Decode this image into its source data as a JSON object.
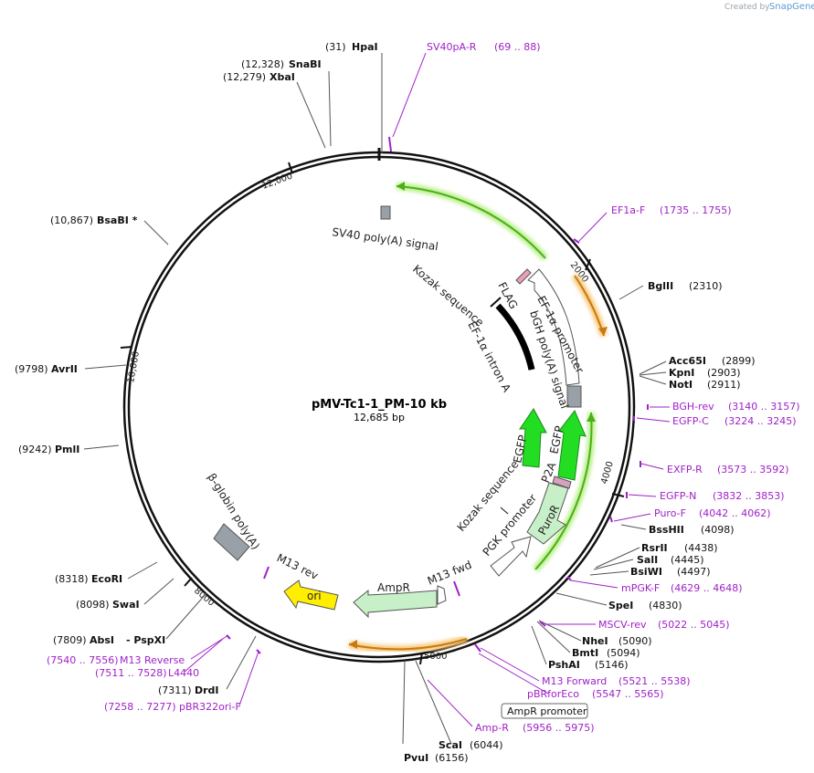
{
  "header": {
    "credit_prefix": "Created by",
    "credit_brand": "SnapGene"
  },
  "plasmid": {
    "name": "pMV-Tc1-1_PM-10 kb",
    "size": "12,685 bp"
  },
  "ticks": [
    "2000",
    "4000",
    "5000",
    "8000",
    "10,000",
    "12,000"
  ],
  "sites": [
    {
      "pos": "(31)",
      "name": "HpaI"
    },
    {
      "pos": "(12,328)",
      "name": "SnaBI"
    },
    {
      "pos": "(12,279)",
      "name": "XbaI"
    },
    {
      "pos": "(10,867)",
      "name": "BsaBI *"
    },
    {
      "pos": "(9798)",
      "name": "AvrII"
    },
    {
      "pos": "(9242)",
      "name": "PmlI"
    },
    {
      "pos": "(8318)",
      "name": "EcoRI"
    },
    {
      "pos": "(8098)",
      "name": "SwaI"
    },
    {
      "pos": "(7809)",
      "name": "AbsI",
      "extra": "- PspXI"
    },
    {
      "pos": "(7311)",
      "name": "DrdI"
    },
    {
      "pos": "(6044)",
      "name": "ScaI"
    },
    {
      "pos": "(6156)",
      "name": "PvuI"
    },
    {
      "name": "BglII",
      "pos": "(2310)"
    },
    {
      "name": "Acc65I",
      "pos": "(2899)"
    },
    {
      "name": "KpnI",
      "pos": "(2903)"
    },
    {
      "name": "NotI",
      "pos": "(2911)"
    },
    {
      "name": "BssHII",
      "pos": "(4098)"
    },
    {
      "name": "RsrII",
      "pos": "(4438)"
    },
    {
      "name": "SalI",
      "pos": "(4445)"
    },
    {
      "name": "BsiWI",
      "pos": "(4497)"
    },
    {
      "name": "SpeI",
      "pos": "(4830)"
    },
    {
      "name": "NheI",
      "pos": "(5090)"
    },
    {
      "name": "BmtI",
      "pos": "(5094)"
    },
    {
      "name": "PshAI",
      "pos": "(5146)"
    }
  ],
  "primers": [
    {
      "name": "SV40pA-R",
      "range": "(69 .. 88)"
    },
    {
      "name": "EF1a-F",
      "range": "(1735 .. 1755)"
    },
    {
      "name": "BGH-rev",
      "range": "(3140 .. 3157)"
    },
    {
      "name": "EGFP-C",
      "range": "(3224 .. 3245)"
    },
    {
      "name": "EXFP-R",
      "range": "(3573 .. 3592)"
    },
    {
      "name": "EGFP-N",
      "range": "(3832 .. 3853)"
    },
    {
      "name": "Puro-F",
      "range": "(4042 .. 4062)"
    },
    {
      "name": "mPGK-F",
      "range": "(4629 .. 4648)"
    },
    {
      "name": "MSCV-rev",
      "range": "(5022 .. 5045)"
    },
    {
      "name": "M13 Forward",
      "range": "(5521 .. 5538)"
    },
    {
      "name": "pBRforEco",
      "range": "(5547 .. 5565)"
    },
    {
      "name": "Amp-R",
      "range": "(5956 .. 5975)"
    },
    {
      "name": "M13 Reverse",
      "range": "(7540 .. 7556)"
    },
    {
      "name": "L4440",
      "range": "(7511 .. 7528)"
    },
    {
      "name": "pBR322ori-F",
      "range": "(7258 .. 7277)"
    }
  ],
  "features": {
    "sv40_polya": "SV40 poly(A) signal",
    "kozak_top": "Kozak sequence",
    "flag": "FLAG",
    "ef1a_intron": "EF-1α intron A",
    "ef1a_promoter": "EF-1α promoter",
    "bgh_polya": "bGH poly(A) signal",
    "egfp_1": "EGFP",
    "egfp_2": "EGFP",
    "kozak_mid": "Kozak sequence",
    "p2a": "P2A",
    "puror": "PuroR",
    "pgk_promoter": "PGK promoter",
    "m13_fwd": "M13 fwd",
    "ampr": "AmpR",
    "ampr_promoter": "AmpR promoter",
    "ori": "ori",
    "m13_rev": "M13 rev",
    "beta_globin": "β-globin poly(A)"
  },
  "colors": {
    "backbone": "#111111",
    "primer": "#a020c8",
    "egfp": "#22dd22",
    "puror": "#c8f0c8",
    "ori": "#ffee00",
    "ampr": "#c8f0c8",
    "orf_green": "#8fdc3a",
    "orf_orange": "#e8a030",
    "grey_box": "#9aa0a8"
  }
}
